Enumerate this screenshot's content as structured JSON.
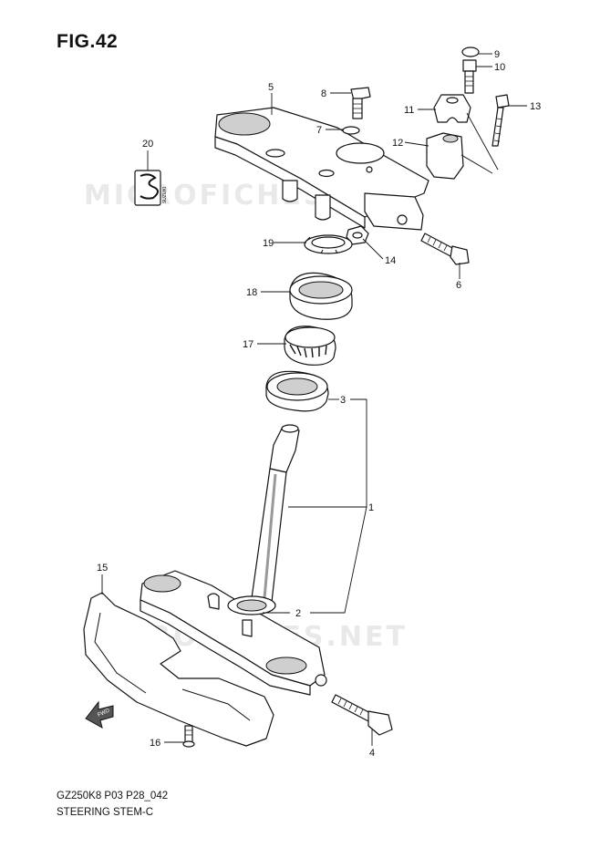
{
  "figure": {
    "title": "FIG.42",
    "code": "GZ250K8 P03 P28_042",
    "caption": "STEERING STEM-C"
  },
  "watermark": "MICROFICHES.NET",
  "badges": {
    "fwd": "FWD",
    "emblem": "SUZUKI"
  },
  "callouts": [
    {
      "id": "c1",
      "text": "1"
    },
    {
      "id": "c2",
      "text": "2"
    },
    {
      "id": "c3",
      "text": "3"
    },
    {
      "id": "c4",
      "text": "4"
    },
    {
      "id": "c5",
      "text": "5"
    },
    {
      "id": "c6",
      "text": "6"
    },
    {
      "id": "c7",
      "text": "7"
    },
    {
      "id": "c8",
      "text": "8"
    },
    {
      "id": "c9",
      "text": "9"
    },
    {
      "id": "c10",
      "text": "10"
    },
    {
      "id": "c11",
      "text": "11"
    },
    {
      "id": "c12",
      "text": "12"
    },
    {
      "id": "c13",
      "text": "13"
    },
    {
      "id": "c14",
      "text": "14"
    },
    {
      "id": "c15",
      "text": "15"
    },
    {
      "id": "c16",
      "text": "16"
    },
    {
      "id": "c17",
      "text": "17"
    },
    {
      "id": "c18",
      "text": "18"
    },
    {
      "id": "c19",
      "text": "19"
    },
    {
      "id": "c20",
      "text": "20"
    }
  ]
}
